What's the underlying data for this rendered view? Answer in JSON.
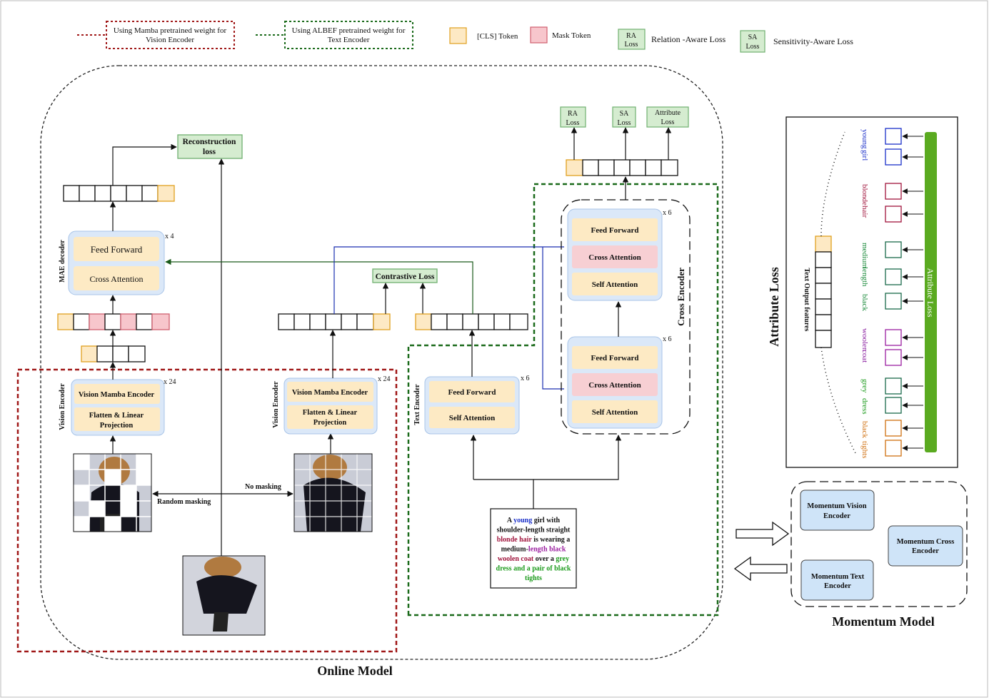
{
  "legend": {
    "mamba": [
      "Using Mamba pretrained weight for",
      "Vision Encoder"
    ],
    "albef": [
      "Using ALBEF pretrained weight for",
      "Text Encoder"
    ],
    "cls_token": "[CLS] Token",
    "mask_token": "Mask Token",
    "ra_box": [
      "RA",
      "Loss"
    ],
    "ra_text": "Relation -Aware Loss",
    "sa_box": [
      "SA",
      "Loss"
    ],
    "sa_text": "Sensitivity-Aware Loss"
  },
  "mae": {
    "reconstruction": [
      "Reconstruction",
      "loss"
    ],
    "decoder_label": "MAE decoder",
    "feed_forward": "Feed Forward",
    "cross_attention": "Cross Attention",
    "repeat": "x 4"
  },
  "vision_left": {
    "label": "Vision Encoder",
    "mamba": "Vision Mamba Encoder",
    "flatten": [
      "Flatten & Linear",
      "Projection"
    ],
    "repeat": "x 24"
  },
  "vision_mid": {
    "label": "Vision Encoder",
    "mamba": "Vision Mamba Encoder",
    "flatten": [
      "Flatten & Linear",
      "Projection"
    ],
    "repeat": "x 24"
  },
  "masking": {
    "random": "Random masking",
    "none": "No masking"
  },
  "contrastive": "Contrastive Loss",
  "text_encoder": {
    "label": "Text Encoder",
    "feed_forward": "Feed Forward",
    "self_attention": "Self Attention",
    "repeat": "x 6"
  },
  "cross_encoder": {
    "label": "Cross Encoder",
    "feed_forward": "Feed Forward",
    "cross_attention": "Cross Attention",
    "self_attention": "Self Attention",
    "repeat": "x 6"
  },
  "top_losses": {
    "ra": [
      "RA",
      "Loss"
    ],
    "sa": [
      "SA",
      "Loss"
    ],
    "attr": [
      "Attribute",
      "Loss"
    ]
  },
  "caption": [
    [
      {
        "t": "A ",
        "c": "#111"
      },
      {
        "t": "young",
        "c": "#1a2fc9"
      },
      {
        "t": " girl with",
        "c": "#111"
      }
    ],
    [
      {
        "t": "shoulder-length straight",
        "c": "#111"
      }
    ],
    [
      {
        "t": "blonde hair",
        "c": "#a0143c"
      },
      {
        "t": " is wearing a",
        "c": "#111"
      }
    ],
    [
      {
        "t": "medium-",
        "c": "#111"
      },
      {
        "t": "length black",
        "c": "#9b1fa0"
      }
    ],
    [
      {
        "t": "woolen coat",
        "c": "#a0143c"
      },
      {
        "t": " over a ",
        "c": "#111"
      },
      {
        "t": "grey",
        "c": "#1a9a1a"
      }
    ],
    [
      {
        "t": "dress and a pair of black",
        "c": "#1a9a1a"
      }
    ],
    [
      {
        "t": "tights",
        "c": "#1a9a1a"
      }
    ]
  ],
  "online_model": "Online Model",
  "attribute_panel": {
    "title": "Attribute Loss",
    "text_features": "Text Output features",
    "bar_label": "Attribute Loss",
    "words": [
      {
        "w": "young",
        "c": "#1a2fc9"
      },
      {
        "w": "girl",
        "c": "#1a2fc9"
      },
      {
        "w": "blonde",
        "c": "#a0143c"
      },
      {
        "w": "hair",
        "c": "#a0143c"
      },
      {
        "w": "medium",
        "c": "#1a8a3a"
      },
      {
        "w": "length",
        "c": "#1a8a3a"
      },
      {
        "w": "black",
        "c": "#1a8a3a"
      },
      {
        "w": "woolen",
        "c": "#8a1fa0"
      },
      {
        "w": "coat",
        "c": "#8a1fa0"
      },
      {
        "w": "grey",
        "c": "#1a9a1a"
      },
      {
        "w": "dress",
        "c": "#1a9a1a"
      },
      {
        "w": "black",
        "c": "#d07010"
      },
      {
        "w": "tights",
        "c": "#d07010"
      }
    ],
    "box_colors": [
      "#1a2fc9",
      "#1a2fc9",
      "#a0143c",
      "#a0143c",
      "#1a6a4a",
      "#1a6a4a",
      "#1a6a4a",
      "#9b1fa0",
      "#9b1fa0",
      "#1a6a4a",
      "#1a6a4a",
      "#d07010",
      "#d07010"
    ]
  },
  "momentum": {
    "vision": [
      "Momentum Vision",
      "Encoder"
    ],
    "cross": [
      "Momentum Cross",
      "Encoder"
    ],
    "text": [
      "Momentum Text",
      "Encoder"
    ],
    "title": "Momentum Model"
  },
  "colors": {
    "token_fill": "#fde9c4",
    "token_stroke": "#e0a020",
    "mask_fill": "#f7c6cc",
    "mask_stroke": "#d06070",
    "loss_fill": "#d5ecd0",
    "loss_stroke": "#70b070",
    "encoder_bg": "#dbe8f8",
    "layer_fill": "#fdeac4",
    "cross_attn_fill": "#f7cfd3",
    "green_bar": "#5aaa20",
    "mamba_dash": "#a01818",
    "albef_dash": "#1a6a1a",
    "momentum_fill": "#cfe4f8"
  }
}
